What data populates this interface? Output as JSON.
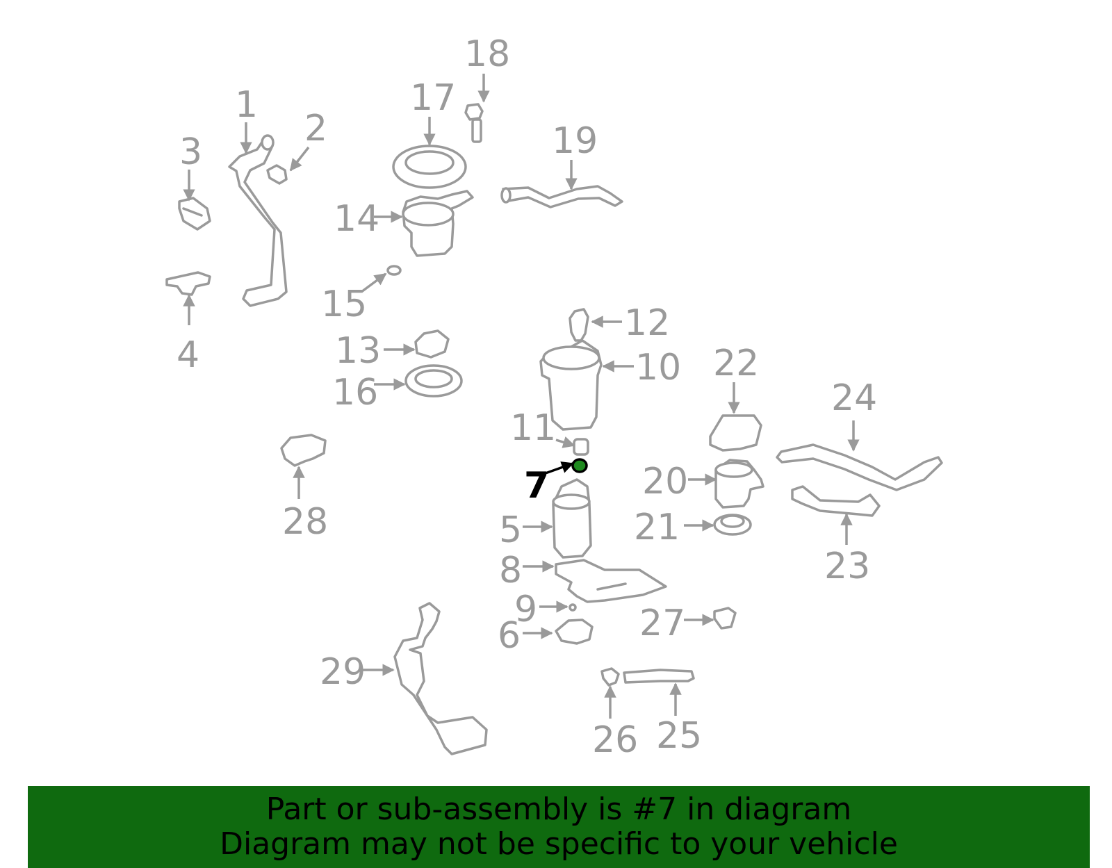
{
  "colors": {
    "part_stroke": "#9a9a9a",
    "label_color": "#9a9a9a",
    "highlight_fill": "#1f8a1f",
    "highlight_stroke": "#000000",
    "banner_bg": "#0f6a0f"
  },
  "diagram": {
    "selected_callout": "7",
    "callouts": [
      {
        "id": "1",
        "text": "1"
      },
      {
        "id": "2",
        "text": "2"
      },
      {
        "id": "3",
        "text": "3"
      },
      {
        "id": "4",
        "text": "4"
      },
      {
        "id": "5",
        "text": "5"
      },
      {
        "id": "6",
        "text": "6"
      },
      {
        "id": "7",
        "text": "7"
      },
      {
        "id": "8",
        "text": "8"
      },
      {
        "id": "9",
        "text": "9"
      },
      {
        "id": "10",
        "text": "10"
      },
      {
        "id": "11",
        "text": "11"
      },
      {
        "id": "12",
        "text": "12"
      },
      {
        "id": "13",
        "text": "13"
      },
      {
        "id": "14",
        "text": "14"
      },
      {
        "id": "15",
        "text": "15"
      },
      {
        "id": "16",
        "text": "16"
      },
      {
        "id": "17",
        "text": "17"
      },
      {
        "id": "18",
        "text": "18"
      },
      {
        "id": "19",
        "text": "19"
      },
      {
        "id": "20",
        "text": "20"
      },
      {
        "id": "21",
        "text": "21"
      },
      {
        "id": "22",
        "text": "22"
      },
      {
        "id": "23",
        "text": "23"
      },
      {
        "id": "24",
        "text": "24"
      },
      {
        "id": "25",
        "text": "25"
      },
      {
        "id": "26",
        "text": "26"
      },
      {
        "id": "27",
        "text": "27"
      },
      {
        "id": "28",
        "text": "28"
      },
      {
        "id": "29",
        "text": "29"
      }
    ]
  },
  "banner": {
    "line1": "Part or sub-assembly is #7 in diagram",
    "line2": "Diagram may not be specific to your vehicle"
  }
}
